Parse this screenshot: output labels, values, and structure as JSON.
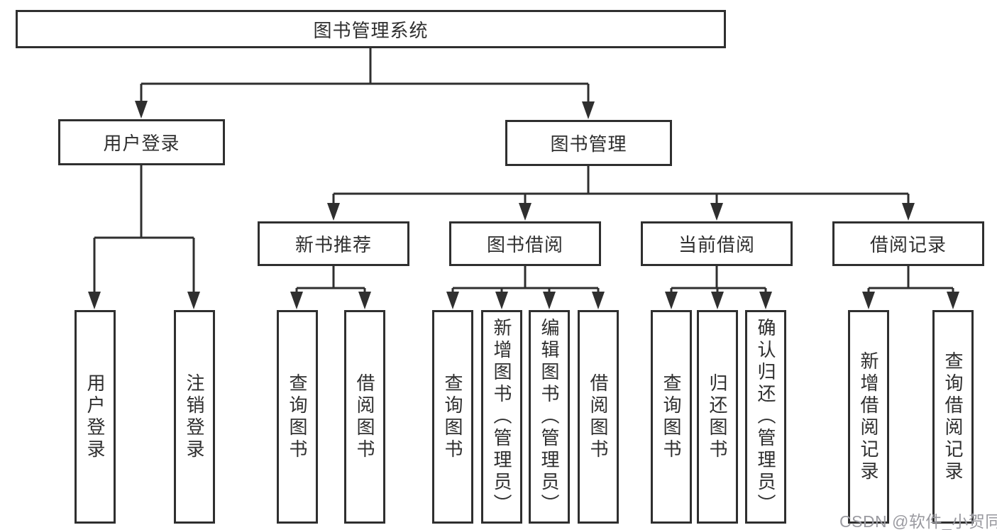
{
  "diagram": {
    "title": "图书管理系统",
    "type": "hierarchy-tree",
    "colors": {
      "line": "#2f2f2f",
      "box_border": "#2f2f2f",
      "text": "#2f2f2f",
      "background": "#ffffff",
      "watermark": "#9a9aa0"
    },
    "tree": {
      "label": "图书管理系统",
      "children": [
        {
          "label": "用户登录",
          "children": [
            {
              "label": "用户登录"
            },
            {
              "label": "注销登录"
            }
          ]
        },
        {
          "label": "图书管理",
          "children": [
            {
              "label": "新书推荐",
              "children": [
                {
                  "label": "查询图书"
                },
                {
                  "label": "借阅图书"
                }
              ]
            },
            {
              "label": "图书借阅",
              "children": [
                {
                  "label": "查询图书"
                },
                {
                  "label": "新增图书（管理员）"
                },
                {
                  "label": "编辑图书（管理员）"
                },
                {
                  "label": "借阅图书"
                }
              ]
            },
            {
              "label": "当前借阅",
              "children": [
                {
                  "label": "查询图书"
                },
                {
                  "label": "归还图书"
                },
                {
                  "label": "确认归还（管理员）"
                }
              ]
            },
            {
              "label": "借阅记录",
              "children": [
                {
                  "label": "新增借阅记录"
                },
                {
                  "label": "查询借阅记录"
                }
              ]
            }
          ]
        }
      ]
    },
    "watermark": "CSDN @软件_小贺同学"
  }
}
